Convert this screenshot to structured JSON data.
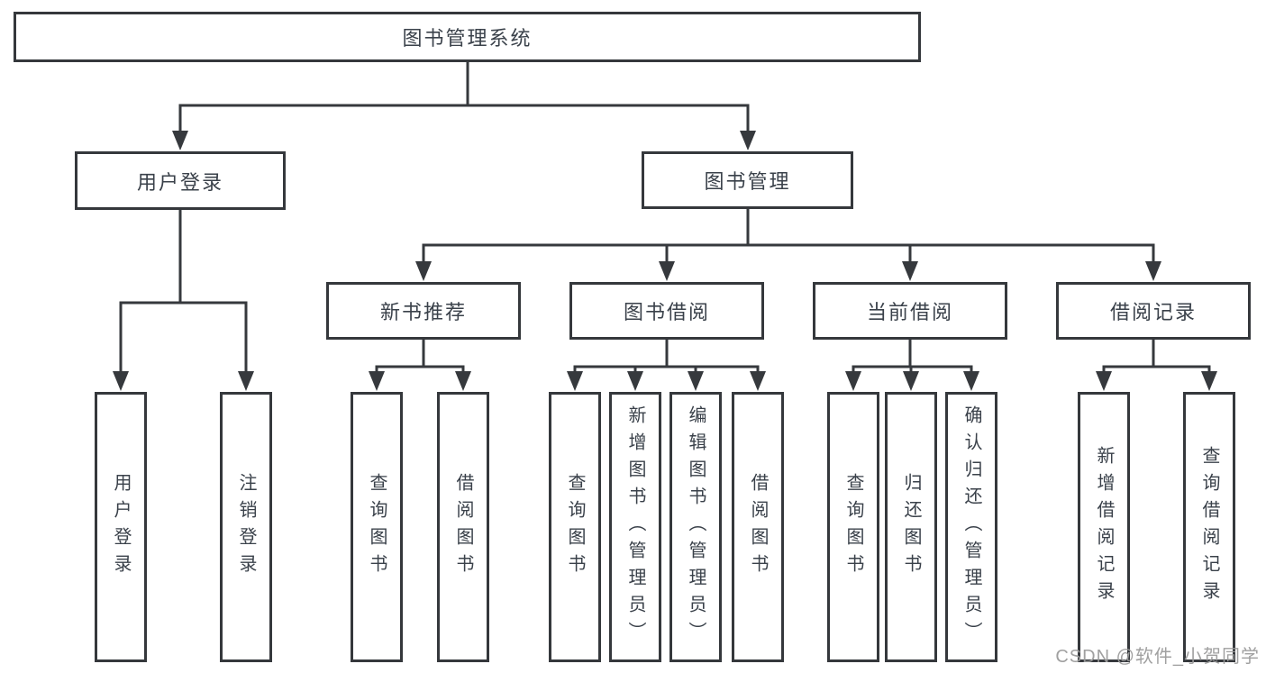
{
  "diagram": {
    "root": "图书管理系统",
    "children": [
      {
        "label": "用户登录",
        "children": [
          "用户登录",
          "注销登录"
        ]
      },
      {
        "label": "图书管理",
        "children": [
          {
            "label": "新书推荐",
            "children": [
              "查询图书",
              "借阅图书"
            ]
          },
          {
            "label": "图书借阅",
            "children": [
              "查询图书",
              "新增图书（管理员）",
              "编辑图书（管理员）",
              "借阅图书"
            ]
          },
          {
            "label": "当前借阅",
            "children": [
              "查询图书",
              "归还图书",
              "确认归还（管理员）"
            ]
          },
          {
            "label": "借阅记录",
            "children": [
              "新增借阅记录",
              "查询借阅记录"
            ]
          }
        ]
      }
    ]
  },
  "watermark": "CSDN @软件_小贺同学",
  "colors": {
    "line": "#36393d",
    "box_border": "#35383c",
    "box_background": "#ffffff",
    "text": "#3a414a",
    "watermark": "#9b9b9b",
    "page_background": "#ffffff"
  }
}
